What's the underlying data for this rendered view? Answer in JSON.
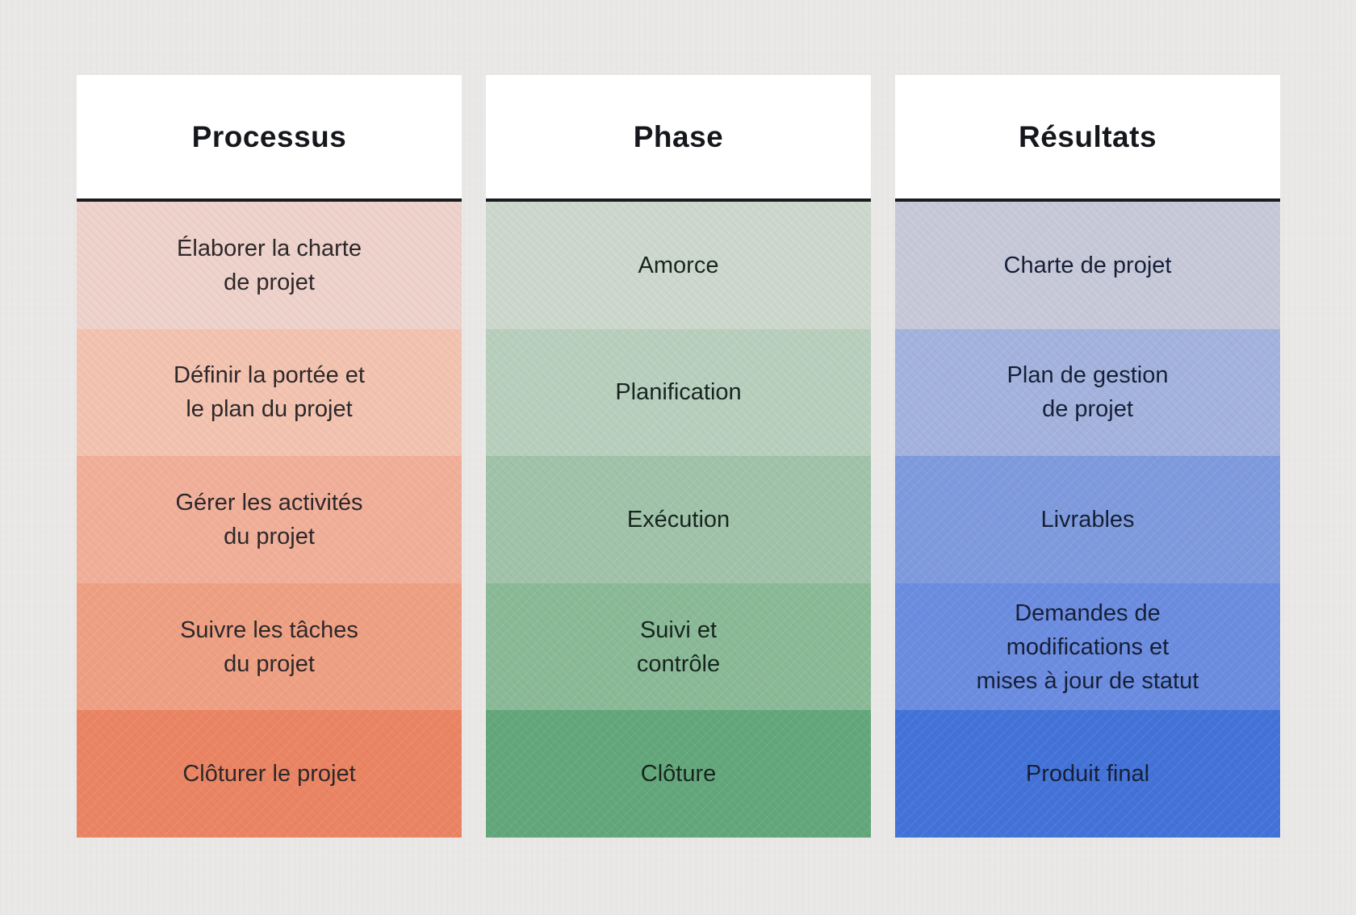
{
  "page": {
    "background_color": "#e9e8e6"
  },
  "table": {
    "header_bg": "#ffffff",
    "header_text_color": "#15171c",
    "divider_color": "#1b1c20",
    "columns": [
      {
        "header": "Processus",
        "text_color": "#2b2527",
        "rows": [
          {
            "lines": [
              "Élaborer la charte",
              "de projet"
            ],
            "bg": "#eed2cb"
          },
          {
            "lines": [
              "Définir la portée et",
              "le plan du projet"
            ],
            "bg": "#f3c3b0"
          },
          {
            "lines": [
              "Gérer les activités",
              "du projet"
            ],
            "bg": "#f1af99"
          },
          {
            "lines": [
              "Suivre les tâches",
              "du projet"
            ],
            "bg": "#efa083"
          },
          {
            "lines": [
              "Clôturer le projet"
            ],
            "bg": "#eb8463"
          }
        ]
      },
      {
        "header": "Phase",
        "text_color": "#14231c",
        "rows": [
          {
            "lines": [
              "Amorce"
            ],
            "bg": "#cdd8cd"
          },
          {
            "lines": [
              "Planification"
            ],
            "bg": "#b9cfbe"
          },
          {
            "lines": [
              "Exécution"
            ],
            "bg": "#a1c3aa"
          },
          {
            "lines": [
              "Suivi et",
              "contrôle"
            ],
            "bg": "#8aba97"
          },
          {
            "lines": [
              "Clôture"
            ],
            "bg": "#63a77b"
          }
        ]
      },
      {
        "header": "Résultats",
        "text_color": "#141d36",
        "rows": [
          {
            "lines": [
              "Charte de projet"
            ],
            "bg": "#c7c9d9"
          },
          {
            "lines": [
              "Plan de gestion",
              "de projet"
            ],
            "bg": "#a3b3dd"
          },
          {
            "lines": [
              "Livrables"
            ],
            "bg": "#7f9bdd"
          },
          {
            "lines": [
              "Demandes de",
              "modifications et",
              "mises à jour de statut"
            ],
            "bg": "#6b8ce0"
          },
          {
            "lines": [
              "Produit final"
            ],
            "bg": "#4373d8"
          }
        ]
      }
    ]
  }
}
